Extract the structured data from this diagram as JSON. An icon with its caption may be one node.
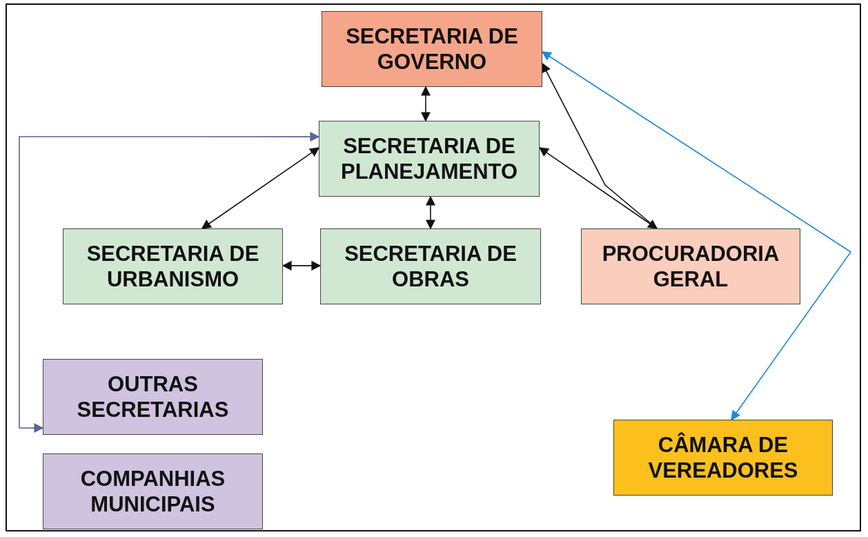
{
  "diagram": {
    "nodes": [
      {
        "text": [
          "SECRETARIA DE GOVERNO"
        ]
      },
      {
        "text": [
          "SECRETARIA DE PLANEJAMENTO"
        ]
      },
      {
        "text": [
          "SECRETARIA DE URBANISMO"
        ]
      },
      {
        "text": [
          "SECRETARIA DE OBRAS"
        ]
      },
      {
        "text": [
          "PROCURADORIA GERAL"
        ]
      },
      {
        "text": [
          "OUTRAS SECRETARIAS"
        ]
      },
      {
        "text": [
          "COMPANHIAS MUNICIPAIS"
        ]
      },
      {
        "text": [
          "CÂMARA DE VEREADORES"
        ]
      }
    ],
    "edges": [
      {
        "from": 0,
        "to": 1,
        "arrow": "both"
      },
      {
        "from": 1,
        "to": 2,
        "arrow": "both"
      },
      {
        "from": 1,
        "to": 3,
        "arrow": "both"
      },
      {
        "from": 2,
        "to": 3,
        "arrow": "both"
      },
      {
        "from": 1,
        "to": 4,
        "arrow": "both"
      },
      {
        "from": 4,
        "to": 0,
        "arrow": "to"
      },
      {
        "from": 0,
        "to": 7,
        "arrow": "both",
        "color": "#1a8ad4"
      },
      {
        "from": 1,
        "to": 5,
        "arrow": "both",
        "color": "#5a6496"
      }
    ]
  }
}
